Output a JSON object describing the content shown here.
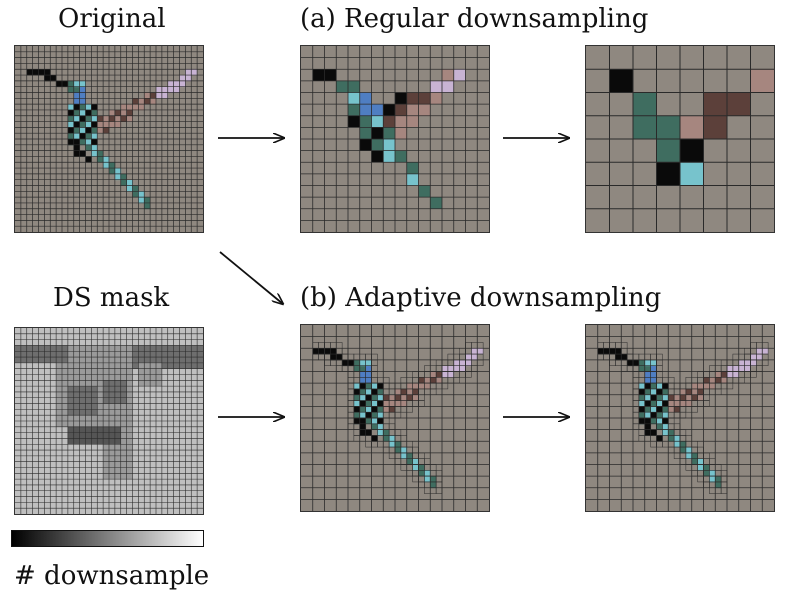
{
  "labels": {
    "original": "Original",
    "regular": "(a) Regular downsampling",
    "ds_mask": "DS mask",
    "adaptive": "(b) Adaptive downsampling",
    "colorbar": "# downsample"
  },
  "colors": {
    "background_gray": "#8f8880",
    "mask_light": "#bfbfbf",
    "mask_mid": "#9a9a9a",
    "mask_dark": "#6e6e6e",
    "mask_darkest": "#555555",
    "bird_black": "#0a0a0a",
    "bird_teal": "#3f6d60",
    "bird_cyan": "#77c3cc",
    "bird_blue": "#4f7ec2",
    "bird_brown": "#5c403a",
    "bird_pink": "#a6867f",
    "bird_lilac": "#c8b3d3",
    "colorbar_start": "#000000",
    "colorbar_end": "#ffffff"
  }
}
